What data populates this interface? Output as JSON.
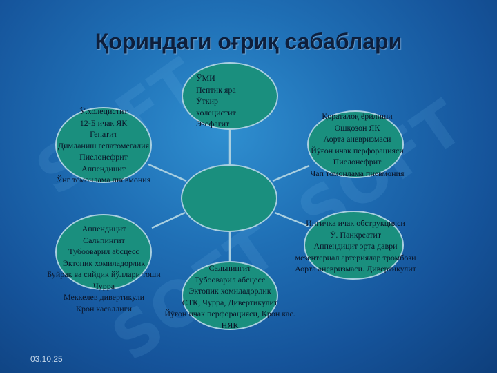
{
  "title": "Қориндаги оғриқ сабаблари",
  "date": "03.10.25",
  "watermark": "SOFT",
  "nodes": {
    "top": [
      "ЎМИ",
      "Пептик яра",
      "Ўткир",
      "холецистит",
      "Эзофагит"
    ],
    "top_left": [
      "Ў.холецистит",
      "12-Б ичак ЯК",
      "Гепатит",
      "Димланиш гепатомегалия",
      "Пиелонефрит",
      "Аппендицит",
      "Ўнг томонлама пневмония"
    ],
    "top_right": [
      "Қораталоқ ёрилиши",
      "Ошқозон ЯК",
      "Аорта аневризмаси",
      "Йўғон ичак перфорацияси",
      "Пиелонефрит",
      "Чап томонлама пневмония"
    ],
    "bottom_right": [
      "Ингичка ичак обструкцияси",
      "Ў. Панкреатит",
      "Аппендицит эрта даври",
      "мезентериал артериялар тромбози",
      "Аорта аневризмаси. Дивертикулит"
    ],
    "bottom": [
      "Сальпингит",
      "Тубооварил абсцесс",
      "Эктопик хомиладорлик",
      "СТК, Чурра, Дивертикулит",
      "Йўғон ичак перфорацияси, Крон кас.",
      "НЯК"
    ],
    "bottom_left": [
      "Аппендицит",
      "Сальпингит",
      "Тубооварил абсцесс",
      "Эктопик хомиладорлик",
      "Буйрак ва сийдик йўллари тоши",
      "Чурра",
      "Меккелев дивертикули",
      "Крон касаллиги"
    ]
  }
}
